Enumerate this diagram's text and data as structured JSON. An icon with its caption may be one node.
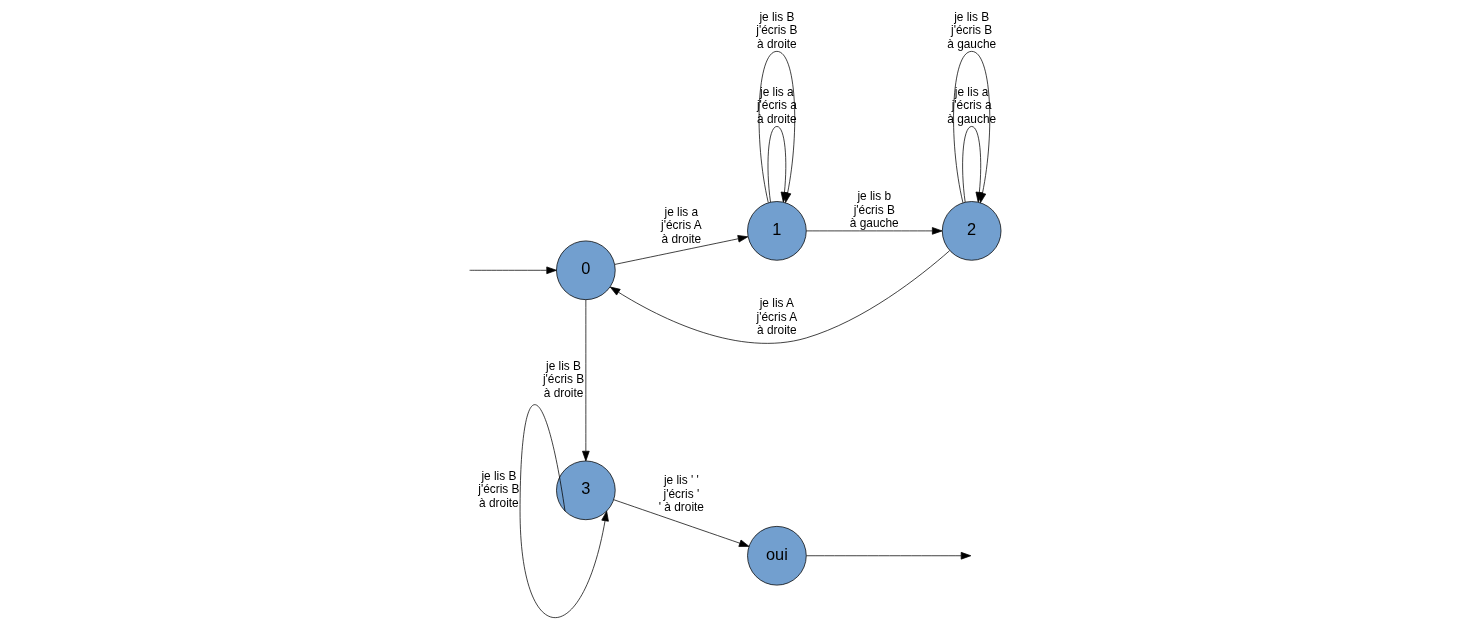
{
  "diagram": {
    "nodes": [
      {
        "text": [
          "0"
        ]
      },
      {
        "text": [
          "1"
        ]
      },
      {
        "text": [
          "2"
        ]
      },
      {
        "text": [
          "3"
        ]
      },
      {
        "text": [
          "oui"
        ]
      }
    ],
    "edges": [
      {
        "from": null,
        "to": 0,
        "arrow": "to"
      },
      {
        "from": 0,
        "to": 1,
        "arrow": "to",
        "label": "je lis a j'écris A à droite"
      },
      {
        "from": 1,
        "to": 1,
        "arrow": "to",
        "label": "je lis a j'écris a à droite"
      },
      {
        "from": 1,
        "to": 1,
        "arrow": "to",
        "label": "je lis B j'écris B à droite"
      },
      {
        "from": 1,
        "to": 2,
        "arrow": "to",
        "label": "je lis b j'écris B à gauche"
      },
      {
        "from": 2,
        "to": 2,
        "arrow": "to",
        "label": "je lis a j'écris a à gauche"
      },
      {
        "from": 2,
        "to": 2,
        "arrow": "to",
        "label": "je lis B j'écris B à gauche"
      },
      {
        "from": 2,
        "to": 0,
        "arrow": "to",
        "label": "je lis A j'écris A à droite"
      },
      {
        "from": 0,
        "to": 3,
        "arrow": "to",
        "label": "je lis B j'écris B à droite"
      },
      {
        "from": 3,
        "to": 3,
        "arrow": "to",
        "label": "je lis B j'écris B à droite"
      },
      {
        "from": 3,
        "to": 4,
        "arrow": "to",
        "label": "je lis ' ' j'écris ' ' à droite"
      },
      {
        "from": 4,
        "to": null,
        "arrow": "to"
      }
    ]
  }
}
